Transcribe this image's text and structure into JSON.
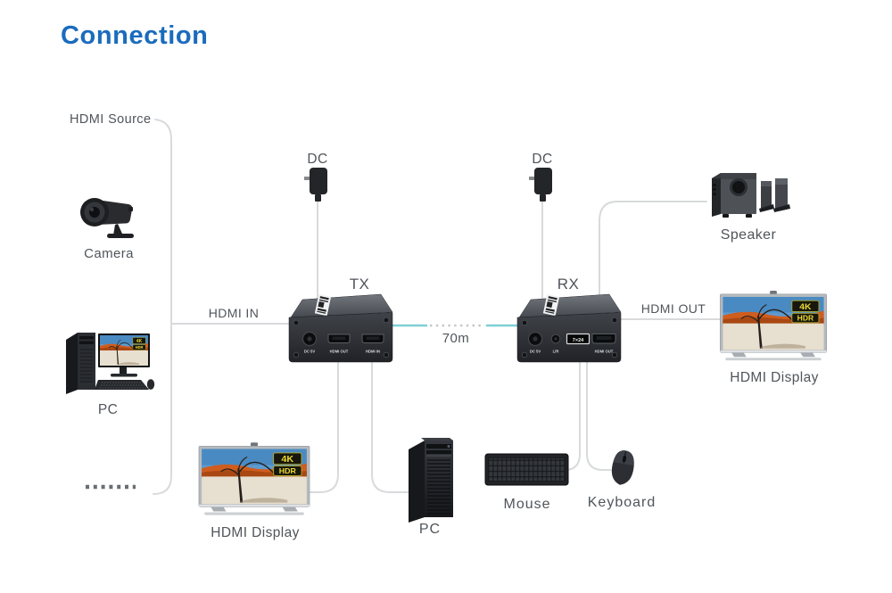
{
  "title": "Connection",
  "colors": {
    "title_blue": "#1a6cbd",
    "link_teal": "#7fd0d6",
    "line_gray": "#d8dadc",
    "label_gray": "#50555b"
  },
  "labels": {
    "hdmi_source": "HDMI Source",
    "camera": "Camera",
    "pc_left": "PC",
    "hdmi_in": "HDMI IN",
    "hdmi_out": "HDMI OUT",
    "dc_tx": "DC",
    "dc_rx": "DC",
    "speaker": "Speaker",
    "hdmi_display_right": "HDMI Display",
    "hdmi_display_bottom": "HDMI Display",
    "pc_bottom": "PC",
    "mouse": "Mouse",
    "keyboard": "Keyboard"
  },
  "link": {
    "distance": "70m"
  },
  "devices": {
    "tx": {
      "name": "TX",
      "ports": {
        "dc": "DC 5V",
        "hdmi_out": "HDMI OUT",
        "hdmi_in": "HDMI IN"
      }
    },
    "rx": {
      "name": "RX",
      "ports": {
        "dc": "DC 5V",
        "audio": "L/R",
        "display": "7×24",
        "hdmi_out": "HDMI OUT"
      }
    }
  },
  "badge": {
    "resolution": "4K",
    "hdr": "HDR"
  }
}
